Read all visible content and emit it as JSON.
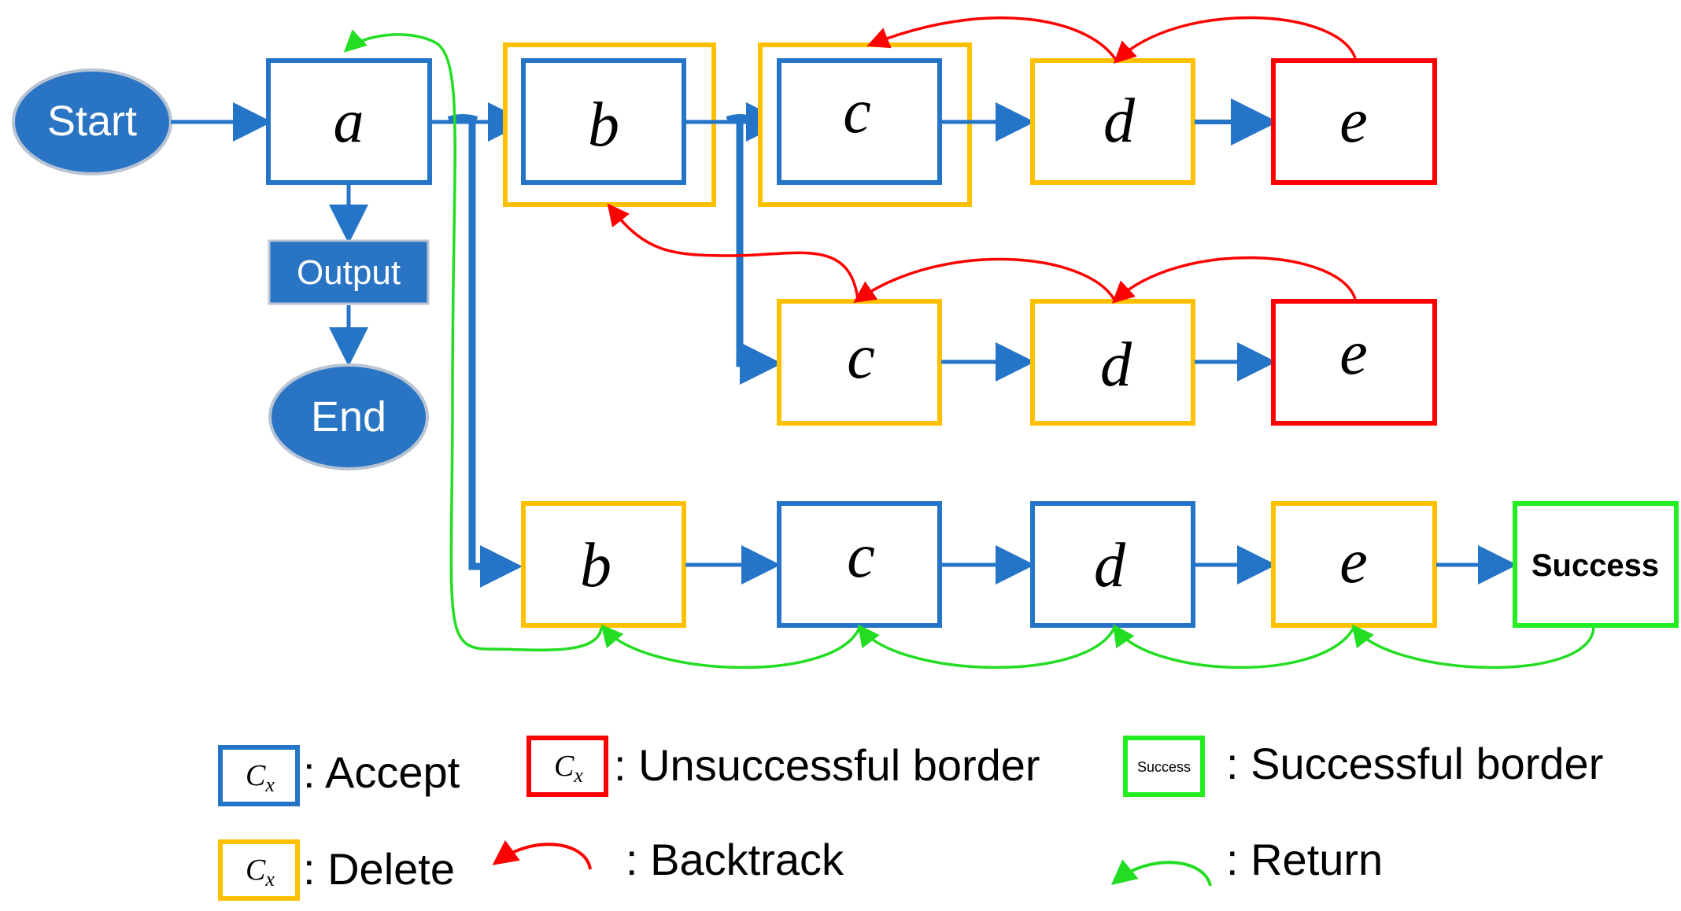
{
  "colors": {
    "accept": "#2474c8",
    "delete": "#ffc000",
    "unsuccessful": "#ff0000",
    "success": "#22ee22",
    "flow": "#2474c8",
    "backtrack": "#ff0000",
    "return": "#22dd22",
    "terminal_fill": "#2a74c4"
  },
  "nodes": {
    "start": "Start",
    "end": "End",
    "output": "Output",
    "a": "a",
    "b_top": "b",
    "c_top": "c",
    "d_top": "d",
    "e_top": "e",
    "c_mid": "c",
    "d_mid": "d",
    "e_mid": "e",
    "b_bot": "b",
    "c_bot": "c",
    "d_bot": "d",
    "e_bot": "e",
    "success": "Success"
  },
  "legend": {
    "accept_symbol": "C",
    "accept_sub": "x",
    "accept_label": ": Accept",
    "delete_symbol": "C",
    "delete_sub": "x",
    "delete_label": ": Delete",
    "unsuccessful_symbol": "C",
    "unsuccessful_sub": "x",
    "unsuccessful_label": ": Unsuccessful border",
    "success_symbol": "Success",
    "success_label": ": Successful border",
    "backtrack_label": ": Backtrack",
    "return_label": ": Return"
  }
}
